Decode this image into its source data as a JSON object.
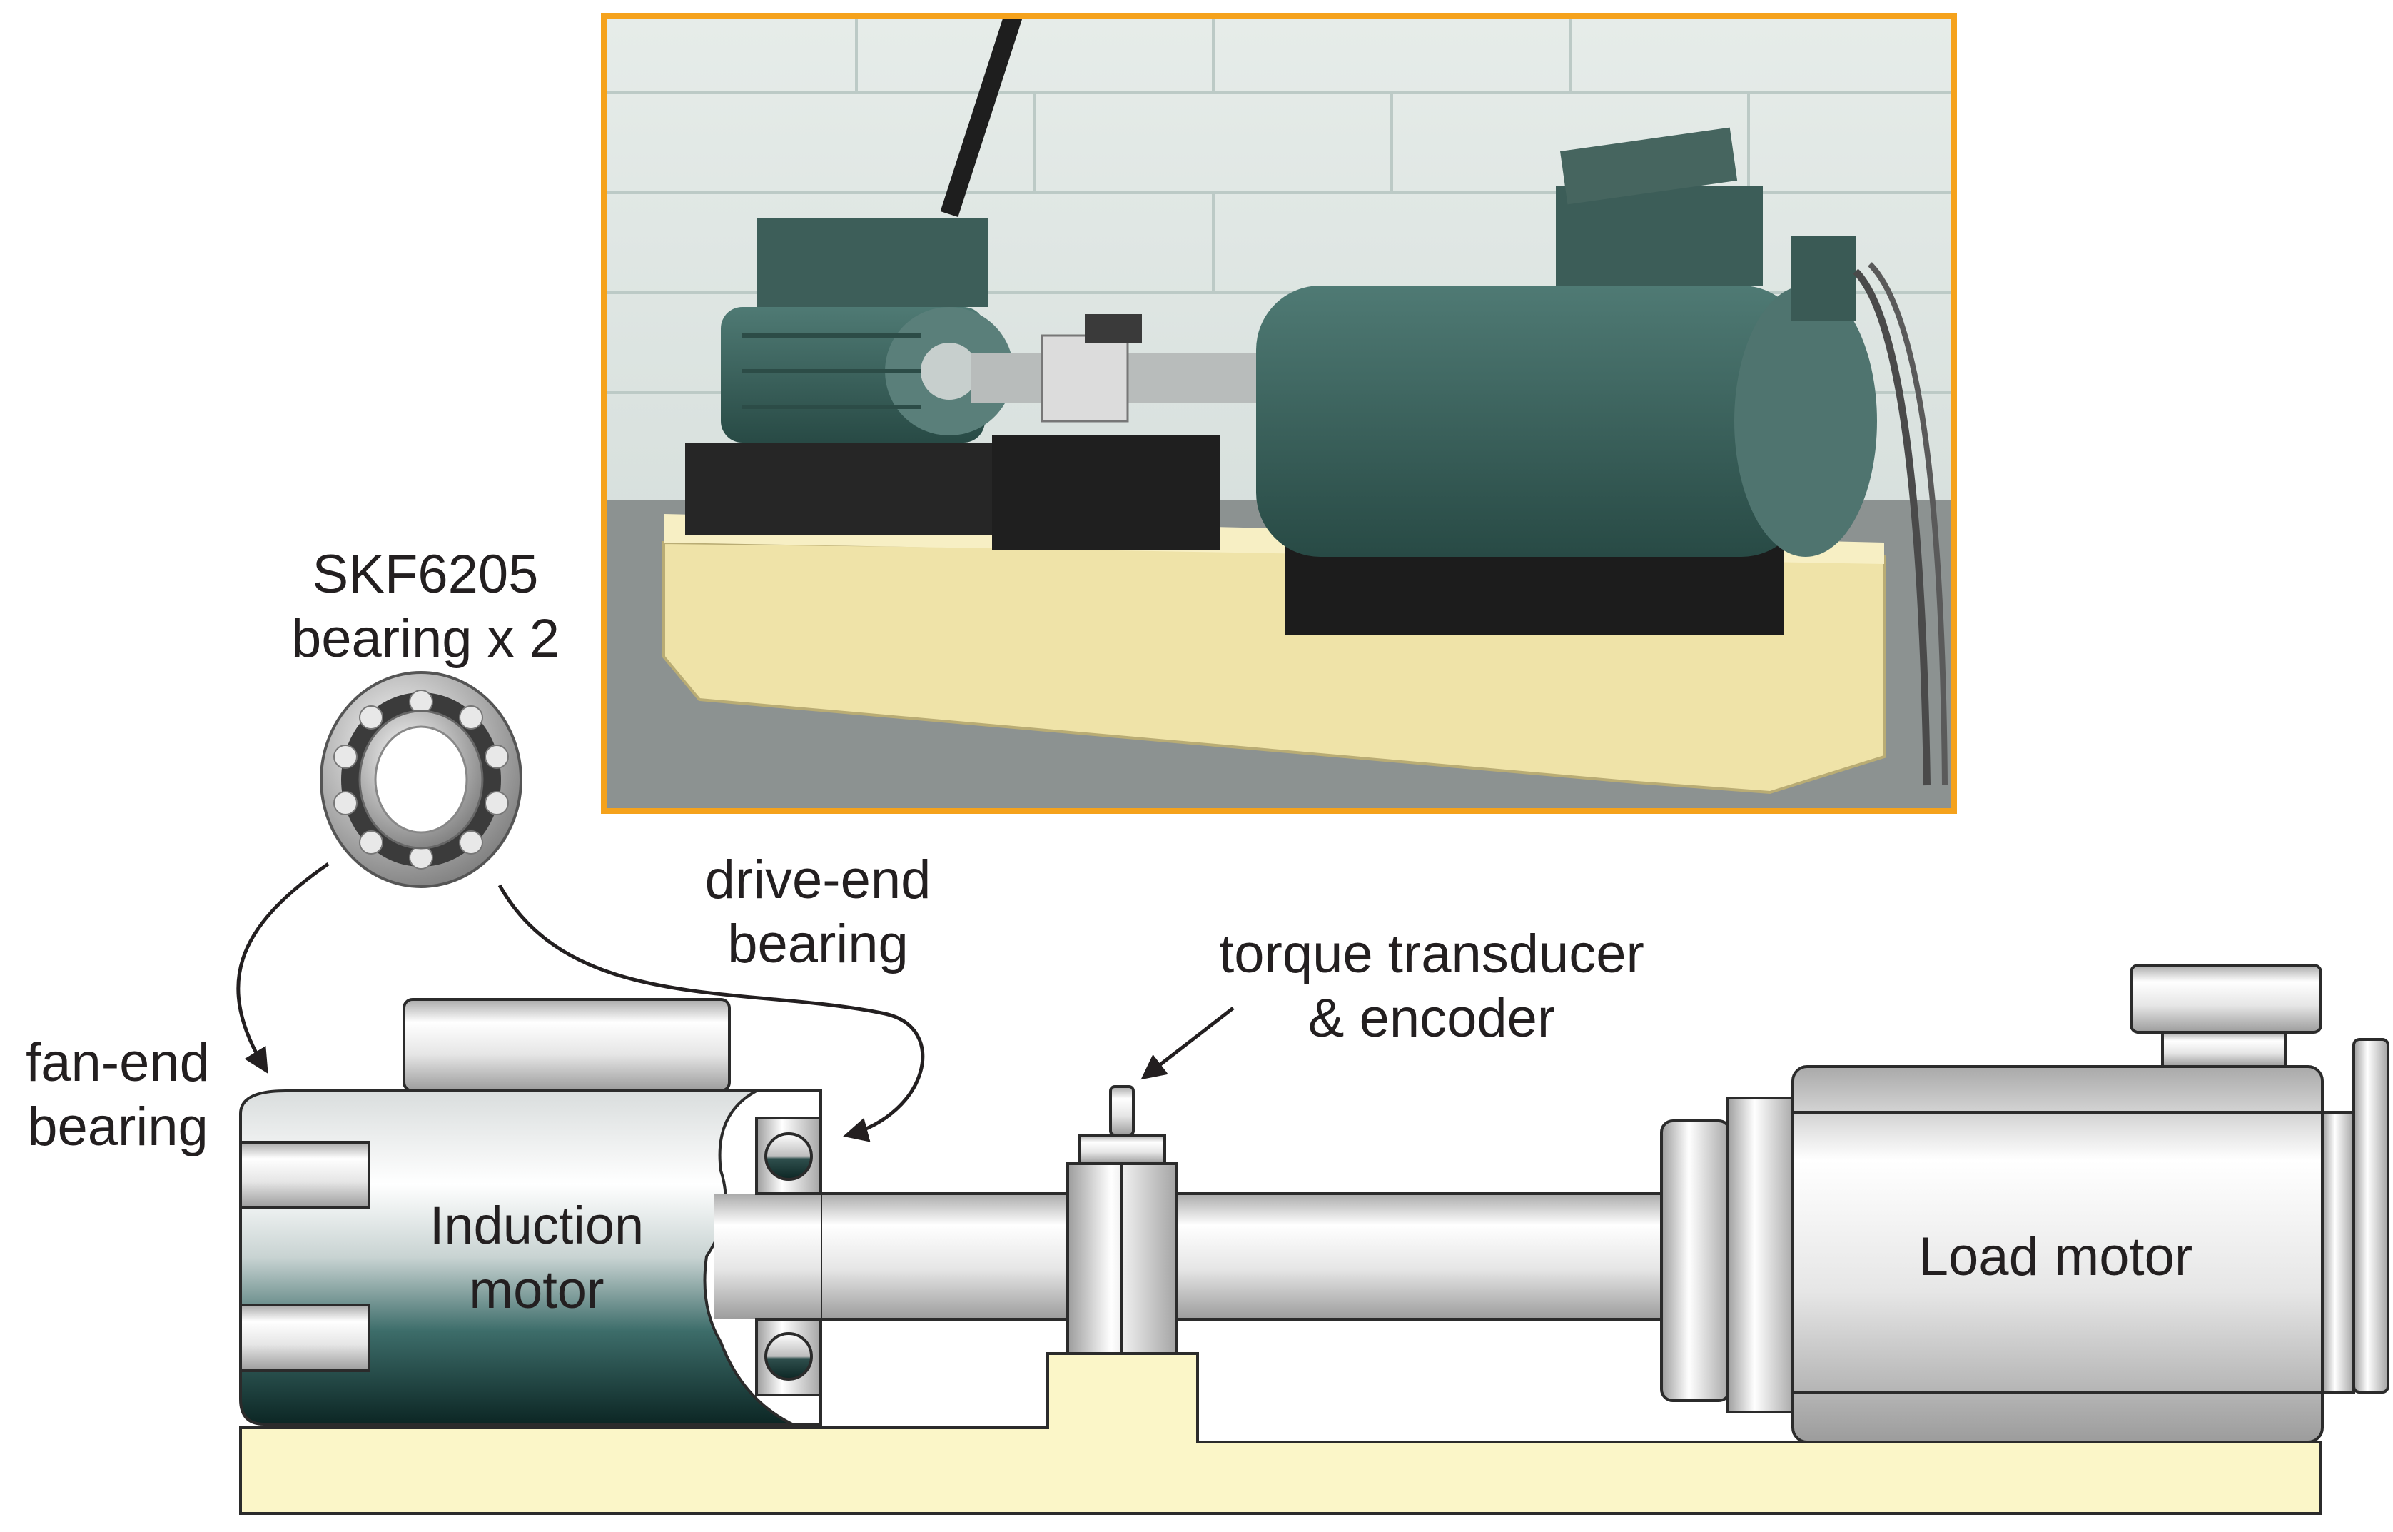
{
  "labels": {
    "bearing_model": "SKF6205",
    "bearing_count": "bearing x 2",
    "fan_end_1": "fan-end",
    "fan_end_2": "bearing",
    "drive_end_1": "drive-end",
    "drive_end_2": "bearing",
    "torque_1": "torque transducer",
    "torque_2": "& encoder",
    "induction_1": "Induction",
    "induction_2": "motor",
    "load_motor": "Load motor"
  },
  "colors": {
    "photo_frame": "#f5a21c",
    "motor_teal": "#3f6e6b",
    "motor_dark": "#0f2a28",
    "base_yellow": "#fbf6c8",
    "steel_light": "#e8e8e8",
    "steel_dark": "#9a9a9a",
    "outline": "#2b2b2b"
  },
  "icons": {
    "photo": "test-rig-photo",
    "bearing": "ball-bearing-icon"
  }
}
